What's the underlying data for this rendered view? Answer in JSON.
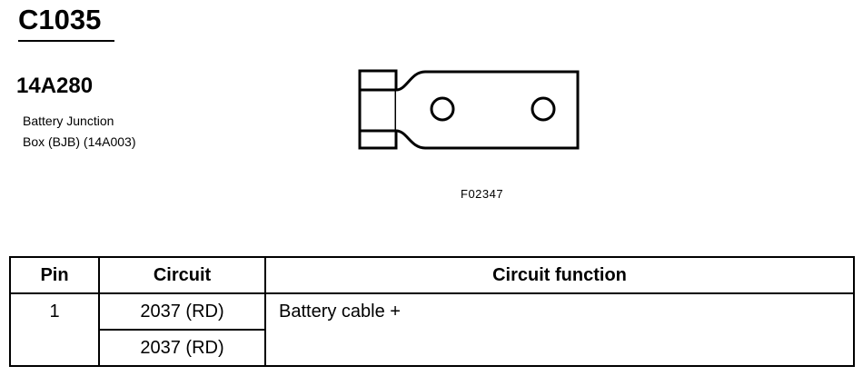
{
  "connector": {
    "id": "C1035",
    "part_number": "14A280",
    "description_line1": "Battery Junction",
    "description_line2": "Box (BJB) (14A003)"
  },
  "figure": {
    "id": "F02347",
    "icon": "ring-terminal-connector-icon"
  },
  "table": {
    "headers": {
      "pin": "Pin",
      "circuit": "Circuit",
      "function": "Circuit function"
    },
    "rows": [
      {
        "pin": "1",
        "circuits": [
          "2037 (RD)",
          "2037 (RD)"
        ],
        "function": "Battery cable +"
      }
    ]
  }
}
